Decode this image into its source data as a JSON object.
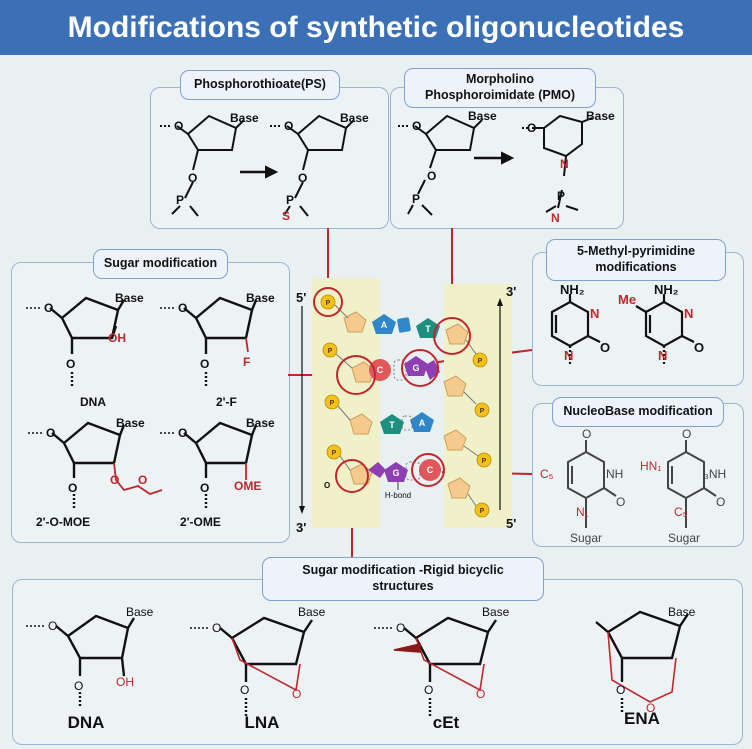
{
  "title": "Modifications of synthetic oligonucleotides",
  "panels": {
    "ps": "Phosphorothioate(PS)",
    "pmo": "Morpholino\nPhosphoroimidate (PMO)",
    "sugar": "Sugar modification",
    "methyl": "5-Methyl-pyrimidine\nmodifications",
    "nucleobase": "NucleoBase modification",
    "bicyclic": "Sugar modification -Rigid bicyclic\nstructures"
  },
  "labels": {
    "base": "Base",
    "o": "O",
    "p": "P",
    "s": "S",
    "n": "N",
    "oh": "OH",
    "f": "F",
    "ome": "OME",
    "nh2": "NH₂",
    "me": "Me",
    "nh": "NH",
    "nh3": "₃NH",
    "hn1": "HN₁",
    "c5": "C₅",
    "n1": "N₁",
    "sugar": "Sugar",
    "five_prime": "5'",
    "three_prime": "3'",
    "hbond": "H-bond",
    "nuc_a": "A",
    "nuc_t": "T",
    "nuc_c": "C",
    "nuc_g": "G"
  },
  "compound_names": {
    "dna": "DNA",
    "f2": "2'-F",
    "moe": "2'-O-MOE",
    "ome2": "2'-OME",
    "dna_big": "DNA",
    "lna": "LNA",
    "cet": "cEt",
    "ena": "ENA"
  },
  "colors": {
    "title_bg": "#3b6fb6",
    "accent_red": "#c0272d",
    "nuc_a": "#2f86c9",
    "nuc_t": "#1f8f7d",
    "nuc_c": "#e0575c",
    "nuc_g": "#8e3fb3",
    "phosphate": "#f3c11c",
    "sugar": "#f6c98f"
  }
}
